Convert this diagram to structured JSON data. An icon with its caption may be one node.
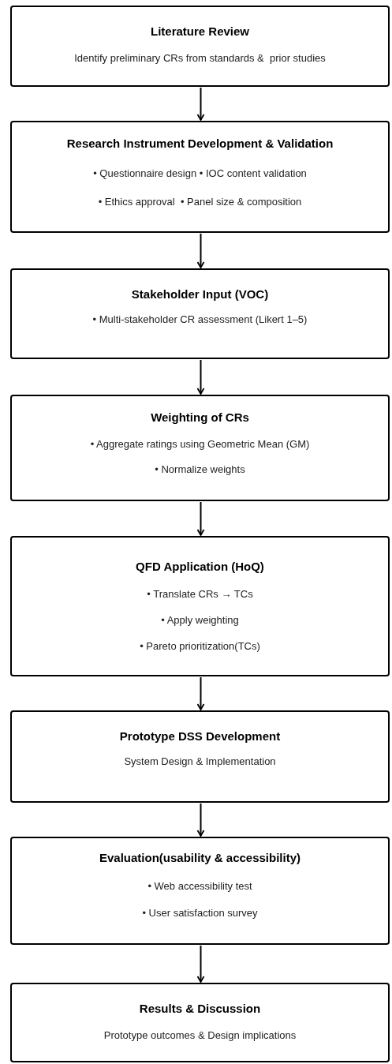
{
  "diagram": {
    "nodes": [
      {
        "text": [
          "Literature Review",
          "Identify preliminary CRs from standards &  prior studies"
        ]
      },
      {
        "text": [
          "Research Instrument Development & Validation",
          "• Questionnaire design • IOC content validation",
          "• Ethics approval  • Panel size & composition"
        ]
      },
      {
        "text": [
          "Stakeholder Input (VOC)",
          "• Multi-stakeholder CR assessment (Likert 1–5)"
        ]
      },
      {
        "text": [
          "Weighting of CRs",
          "• Aggregate ratings using Geometric Mean (GM)",
          "• Normalize weights"
        ]
      },
      {
        "text": [
          "QFD Application (HoQ)",
          "• Translate CRs → TCs",
          "• Apply weighting",
          "• Pareto prioritization(TCs)"
        ]
      },
      {
        "text": [
          "Prototype DSS Development",
          "System Design & Implementation"
        ]
      },
      {
        "text": [
          "Evaluation(usability & accessibility)",
          "• Web accessibility test",
          "• User satisfaction survey"
        ]
      },
      {
        "text": [
          "Results & Discussion",
          "Prototype outcomes & Design implications"
        ]
      }
    ],
    "edges": [
      {
        "from": 0,
        "to": 1,
        "arrow": "to"
      },
      {
        "from": 1,
        "to": 2,
        "arrow": "to"
      },
      {
        "from": 2,
        "to": 3,
        "arrow": "to"
      },
      {
        "from": 3,
        "to": 4,
        "arrow": "to"
      },
      {
        "from": 4,
        "to": 5,
        "arrow": "to"
      },
      {
        "from": 5,
        "to": 6,
        "arrow": "to"
      },
      {
        "from": 6,
        "to": 7,
        "arrow": "to"
      }
    ]
  }
}
